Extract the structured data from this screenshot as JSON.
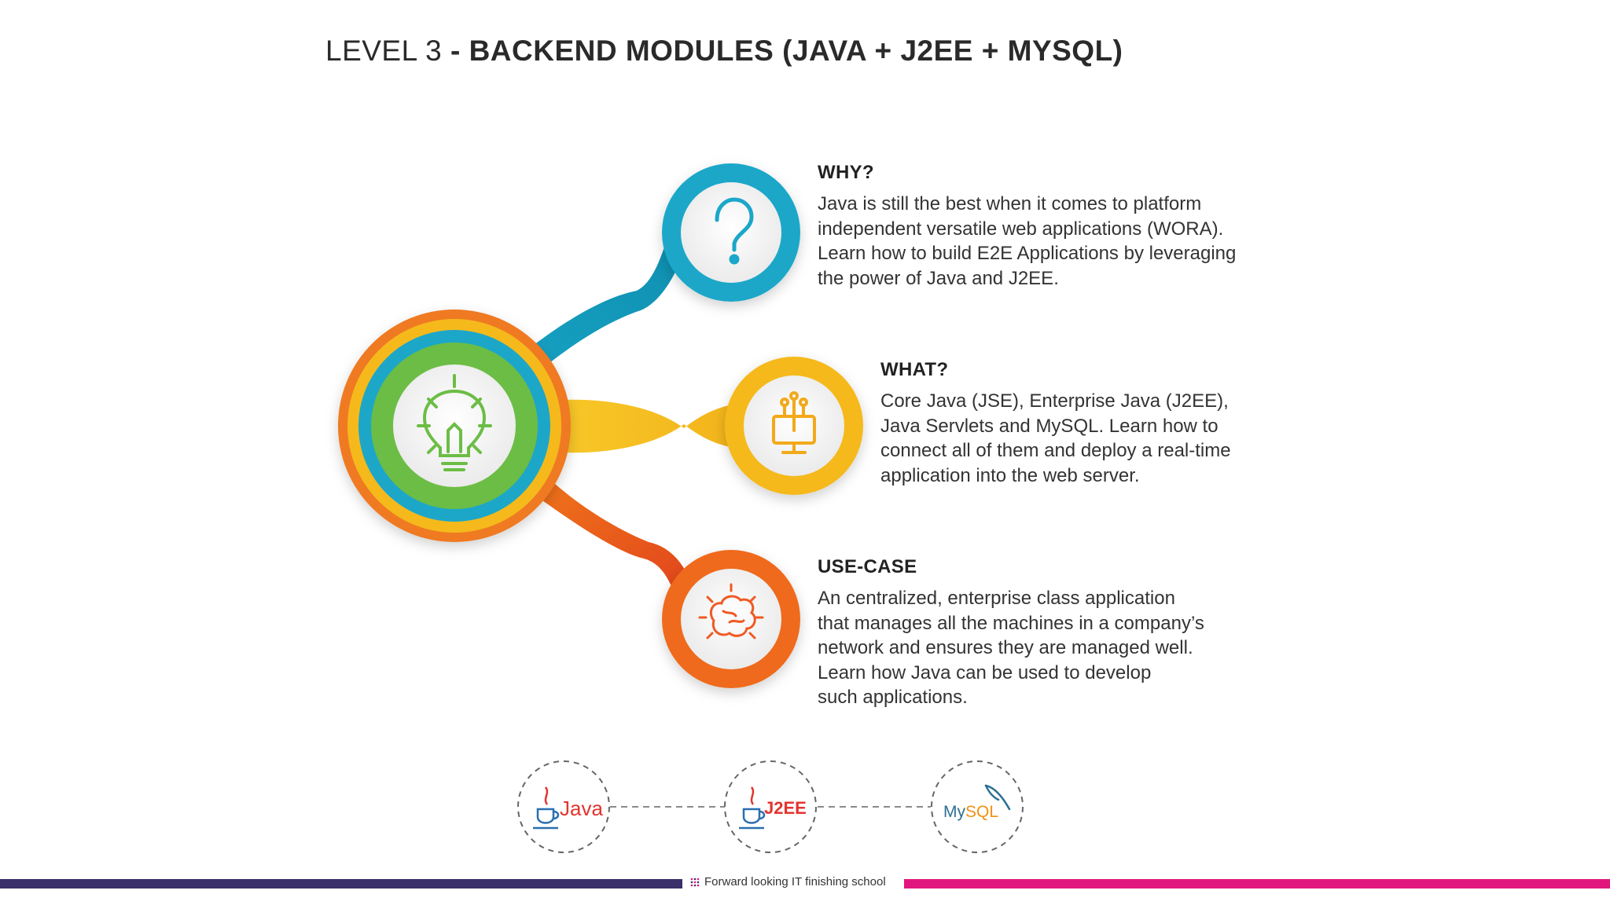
{
  "title": {
    "light": "LEVEL 3",
    "bold": " - BACKEND MODULES (JAVA + J2EE + MYSQL)"
  },
  "sections": [
    {
      "heading": "WHY?",
      "body": "Java is still the best when it comes to platform\nindependent versatile web applications (WORA).\nLearn how to build E2E Applications by leveraging\nthe power of Java and J2EE.",
      "icon": "question-mark-icon",
      "color": "#1ba7c9"
    },
    {
      "heading": "WHAT?",
      "body": "Core Java (JSE), Enterprise Java (J2EE),\nJava Servlets and MySQL. Learn how to\nconnect all of them and deploy a real-time\napplication into the web server.",
      "icon": "circuit-monitor-icon",
      "color": "#f5b91c"
    },
    {
      "heading": "USE-CASE",
      "body": "An centralized, enterprise class application\nthat manages all the machines in a company’s\nnetwork and ensures they are managed well.\nLearn how Java can be used to develop\nsuch applications.",
      "icon": "brain-icon",
      "color": "#ef6a1e"
    }
  ],
  "hub": {
    "icon": "lightbulb-icon",
    "color": "#6cbd45"
  },
  "logos": [
    {
      "label": "Java",
      "icon": "java-cup-icon"
    },
    {
      "label": "J2EE",
      "icon": "java-cup-icon"
    },
    {
      "label": "MySQL",
      "icon": "dolphin-icon"
    }
  ],
  "footer": {
    "tagline": "Forward looking IT finishing school"
  },
  "colors": {
    "blue": "#1ba7c9",
    "yellow": "#f5b91c",
    "orange": "#ef6a1e",
    "green": "#6cbd45",
    "footer_left": "#3a2e6b",
    "footer_right": "#e1177d"
  }
}
